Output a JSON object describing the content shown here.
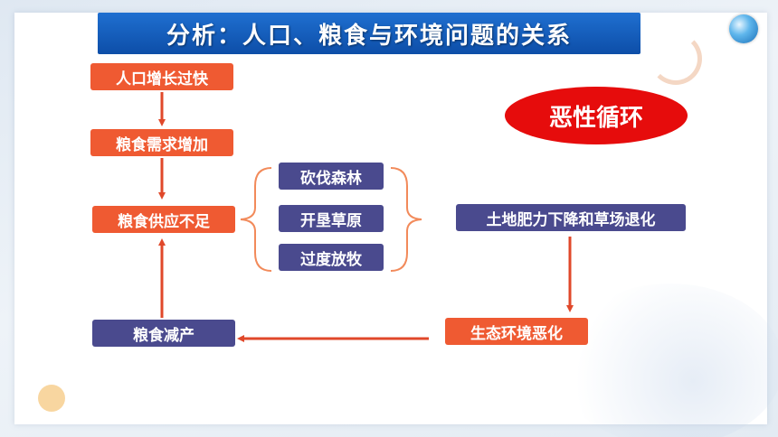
{
  "title": "分析：人口、粮食与环境问题的关系",
  "badge": "恶性循环",
  "nodes": {
    "population_growth": "人口增长过快",
    "food_demand": "粮食需求增加",
    "food_shortage": "粮食供应不足",
    "deforestation": "砍伐森林",
    "grassland_reclamation": "开垦草原",
    "overgrazing": "过度放牧",
    "land_degradation": "土地肥力下降和草场退化",
    "environment_deterioration": "生态环境恶化",
    "food_reduction": "粮食减产"
  },
  "colors": {
    "orange": "#ef5a32",
    "purple": "#4a4a8e",
    "arrow": "#e0482a",
    "brace": "#f28a5a",
    "badge": "#e60c0c",
    "title_bar": "#1560c0"
  }
}
